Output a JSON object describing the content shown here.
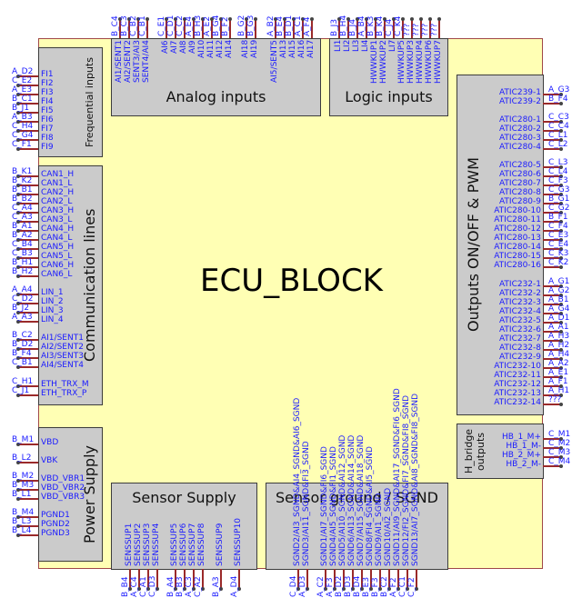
{
  "block_title": "ECU_BLOCK",
  "colors": {
    "block_fill": "#ffffb4",
    "group_fill": "#cbcbcb",
    "text": "#1a1aff",
    "wire": "#9a2a2a"
  },
  "groups": {
    "frequential": {
      "title": "Frequential inputs",
      "pins": [
        {
          "pin": "A_D2",
          "signal": "FI1"
        },
        {
          "pin": "C_E2",
          "signal": "FI2"
        },
        {
          "pin": "A_E3",
          "signal": "FI3"
        },
        {
          "pin": "B_C1",
          "signal": "FI4"
        },
        {
          "pin": "B_J1",
          "signal": "FI5"
        },
        {
          "pin": "A_B3",
          "signal": "FI6"
        },
        {
          "pin": "C_H4",
          "signal": "FI7"
        },
        {
          "pin": "C_G4",
          "signal": "FI8"
        },
        {
          "pin": "C_F1",
          "signal": "FI9"
        }
      ]
    },
    "communication": {
      "title": "Communication lines",
      "pins": [
        {
          "pin": "B_K1",
          "signal": "CAN1_H"
        },
        {
          "pin": "B_K2",
          "signal": "CAN1_L"
        },
        {
          "pin": "B_B1",
          "signal": "CAN2_H"
        },
        {
          "pin": "B_B2",
          "signal": "CAN2_L"
        },
        {
          "pin": "C_A4",
          "signal": "CAN3_H"
        },
        {
          "pin": "C_A3",
          "signal": "CAN3_L"
        },
        {
          "pin": "B_A1",
          "signal": "CAN4_H"
        },
        {
          "pin": "B_A2",
          "signal": "CAN4_L"
        },
        {
          "pin": "C_B4",
          "signal": "CAN5_H"
        },
        {
          "pin": "C_B3",
          "signal": "CAN5_L"
        },
        {
          "pin": "B_H1",
          "signal": "CAN6_H"
        },
        {
          "pin": "B_H2",
          "signal": "CAN6_L"
        },
        {
          "pin": "A_A4",
          "signal": "LIN_1"
        },
        {
          "pin": "C_D2",
          "signal": "LIN_2"
        },
        {
          "pin": "B_J2",
          "signal": "LIN_3"
        },
        {
          "pin": "A_A3",
          "signal": "LIN_4"
        },
        {
          "pin": "B_C2",
          "signal": "AI1/SENT1"
        },
        {
          "pin": "B_D2",
          "signal": "AI2/SENT2"
        },
        {
          "pin": "B_F4",
          "signal": "AI3/SENT3"
        },
        {
          "pin": "C_B1",
          "signal": "AI4/SENT4"
        },
        {
          "pin": "C_H1",
          "signal": "ETH_TRX_M"
        },
        {
          "pin": "C_J1",
          "signal": "ETH_TRX_P"
        }
      ]
    },
    "power": {
      "title": "Power Supply",
      "pins": [
        {
          "pin": "B_M1",
          "signal": "VBD"
        },
        {
          "pin": "B_L2",
          "signal": "VBK"
        },
        {
          "pin": "B_M2",
          "signal": "VBD_VBR1"
        },
        {
          "pin": "B_M3",
          "signal": "VBD_VBR2"
        },
        {
          "pin": "B_L1",
          "signal": "VBD_VBR3"
        },
        {
          "pin": "B_M4",
          "signal": "PGND1"
        },
        {
          "pin": "B_L3",
          "signal": "PGND2"
        },
        {
          "pin": "B_L4",
          "signal": "PGND3"
        }
      ]
    },
    "analog": {
      "title": "Analog inputs",
      "pins": [
        {
          "pin": "B_C4",
          "signal": "AI1/SENT1"
        },
        {
          "pin": "B_C3",
          "signal": "AI2/SENT2"
        },
        {
          "pin": "C_B2",
          "signal": "SENT3/AI3"
        },
        {
          "pin": "C_B1",
          "signal": "SENT4/AI4"
        },
        {
          "pin": "C_E1",
          "signal": "AI6"
        },
        {
          "pin": "C_D1",
          "signal": "AI7"
        },
        {
          "pin": "C_C2",
          "signal": "AI8"
        },
        {
          "pin": "A_E4",
          "signal": "AI9"
        },
        {
          "pin": "B_H3",
          "signal": "AI10"
        },
        {
          "pin": "A_E2",
          "signal": "AI11"
        },
        {
          "pin": "B_G4",
          "signal": "AI12"
        },
        {
          "pin": "B_F2",
          "signal": "AI14"
        },
        {
          "pin": "B_G2",
          "signal": "AI18"
        },
        {
          "pin": "B_G3",
          "signal": "AI19"
        },
        {
          "pin": "A_B2",
          "signal": "AI5/SENT5"
        },
        {
          "pin": "B_E4",
          "signal": "AI13"
        },
        {
          "pin": "B_D1",
          "signal": "AI15"
        },
        {
          "pin": "A_C1",
          "signal": "AI16"
        },
        {
          "pin": "A_F4",
          "signal": "AI17"
        }
      ]
    },
    "logic": {
      "title": "Logic inputs",
      "pins": [
        {
          "pin": "B_J3",
          "signal": "LI1"
        },
        {
          "pin": "B_H4",
          "signal": "LI2"
        },
        {
          "pin": "B_J4",
          "signal": "LI3"
        },
        {
          "pin": "A_B4",
          "signal": "LI4"
        },
        {
          "pin": "B_K3",
          "signal": "HWWKUP1"
        },
        {
          "pin": "B_K4",
          "signal": "HWWKUP2"
        },
        {
          "pin": "C_J4",
          "signal": "LI7"
        },
        {
          "pin": "C_K4",
          "signal": "HWWKUP5"
        },
        {
          "pin": "???",
          "signal": "HWWKUP3"
        },
        {
          "pin": "???",
          "signal": "HWWKUP4"
        },
        {
          "pin": "???",
          "signal": "HWWKUP6"
        },
        {
          "pin": "???",
          "signal": "HWWKUP7"
        }
      ]
    },
    "outputs": {
      "title": "Outputs ON/OFF & PWM",
      "pins": [
        {
          "pin": "A_G3",
          "signal": "ATIC239-1"
        },
        {
          "pin": "B_F4",
          "signal": "ATIC239-2"
        },
        {
          "pin": "C_C3",
          "signal": "ATIC280-1"
        },
        {
          "pin": "C_C4",
          "signal": "ATIC280-2"
        },
        {
          "pin": "C_L1",
          "signal": "ATIC280-3"
        },
        {
          "pin": "C_L2",
          "signal": "ATIC280-4"
        },
        {
          "pin": "C_L3",
          "signal": "ATIC280-5"
        },
        {
          "pin": "C_L4",
          "signal": "ATIC280-6"
        },
        {
          "pin": "C_F3",
          "signal": "ATIC280-7"
        },
        {
          "pin": "C_G3",
          "signal": "ATIC280-8"
        },
        {
          "pin": "B_G1",
          "signal": "ATIC280-9"
        },
        {
          "pin": "C_G2",
          "signal": "ATIC280-10"
        },
        {
          "pin": "B_F1",
          "signal": "ATIC280-11"
        },
        {
          "pin": "C_F4",
          "signal": "ATIC280-12"
        },
        {
          "pin": "C_E3",
          "signal": "ATIC280-13"
        },
        {
          "pin": "C_E4",
          "signal": "ATIC280-14"
        },
        {
          "pin": "C_K3",
          "signal": "ATIC280-15"
        },
        {
          "pin": "C_K2",
          "signal": "ATIC280-16"
        },
        {
          "pin": "A_G1",
          "signal": "ATIC232-1"
        },
        {
          "pin": "A_G2",
          "signal": "ATIC232-2"
        },
        {
          "pin": "A_B1",
          "signal": "ATIC232-3"
        },
        {
          "pin": "A_G4",
          "signal": "ATIC232-4"
        },
        {
          "pin": "A_D1",
          "signal": "ATIC232-5"
        },
        {
          "pin": "A_A1",
          "signal": "ATIC232-6"
        },
        {
          "pin": "A_H3",
          "signal": "ATIC232-7"
        },
        {
          "pin": "A_H2",
          "signal": "ATIC232-8"
        },
        {
          "pin": "A_H4",
          "signal": "ATIC232-9"
        },
        {
          "pin": "A_A2",
          "signal": "ATIC232-10"
        },
        {
          "pin": "A_E1",
          "signal": "ATIC232-11"
        },
        {
          "pin": "A_F1",
          "signal": "ATIC232-12"
        },
        {
          "pin": "A_H1",
          "signal": "ATIC232-13"
        },
        {
          "pin": "???",
          "signal": "ATIC232-14"
        }
      ]
    },
    "hbridge": {
      "title": "H_bridge outputs",
      "pins": [
        {
          "pin": "C_M1",
          "signal": "HB_1_M+"
        },
        {
          "pin": "C_M2",
          "signal": "HB_1_M-"
        },
        {
          "pin": "C_M3",
          "signal": "HB_2_M+"
        },
        {
          "pin": "C_M4",
          "signal": "HB_2_M-"
        }
      ]
    },
    "sensor_supply": {
      "title": "Sensor Supply",
      "pins": [
        {
          "pin": "B_B4",
          "signal": "SENSSUP1"
        },
        {
          "pin": "A_C4",
          "signal": "SENSSUP2"
        },
        {
          "pin": "C_A1",
          "signal": "SENSSUP3"
        },
        {
          "pin": "C_D3",
          "signal": "SENSSUP4"
        },
        {
          "pin": "B_A4",
          "signal": "SENSSUP5"
        },
        {
          "pin": "B_B3",
          "signal": "SENSSUP6"
        },
        {
          "pin": "A_C3",
          "signal": "SENSSUP7"
        },
        {
          "pin": "C_A2",
          "signal": "SENSSUP8"
        },
        {
          "pin": "B_A3",
          "signal": "SENSSUP9"
        },
        {
          "pin": "A_D4",
          "signal": "SENSSUP10"
        }
      ]
    },
    "sgnd": {
      "title": "Sensor ground / SGND",
      "pins": [
        {
          "pin": "C_D4",
          "signal": "SGND2/AI3_SGND&AI4_SGND&AI6_SGND"
        },
        {
          "pin": "A_D3",
          "signal": "SGND3/AI11_SGND&FI3_SGND"
        },
        {
          "pin": "A_C2",
          "signal": "SGND1/AI7_SGND&FI6_SGND"
        },
        {
          "pin": "A_F3",
          "signal": "SGND4/AI5_SGND&FI1_SGND"
        },
        {
          "pin": "B_D2",
          "signal": "SGND5/AI10_SGND&AI12_SGND"
        },
        {
          "pin": "B_D3",
          "signal": "SGND6/AI13_SGND&AI14_SGND"
        },
        {
          "pin": "B_D4",
          "signal": "SGND7/AI15_SGND&AI18_SGND"
        },
        {
          "pin": "B_E3",
          "signal": "SGND8/FI4_SGND&AI5_SGND"
        },
        {
          "pin": "B_F3",
          "signal": "SGND9/AI1_SGND"
        },
        {
          "pin": "B_C2",
          "signal": "SGND10/AI2_SGND"
        },
        {
          "pin": "A_F2",
          "signal": "SGND11/AI9_SGND&AI17_SGND&FI6_SGND"
        },
        {
          "pin": "C_C1",
          "signal": "SGND12/FI2_SGND&FI7_SGND&FI8_SGND"
        },
        {
          "pin": "C_F2",
          "signal": "SGND13/AI7_SGND&AI8_SGND&FI8_SGND"
        }
      ]
    }
  }
}
